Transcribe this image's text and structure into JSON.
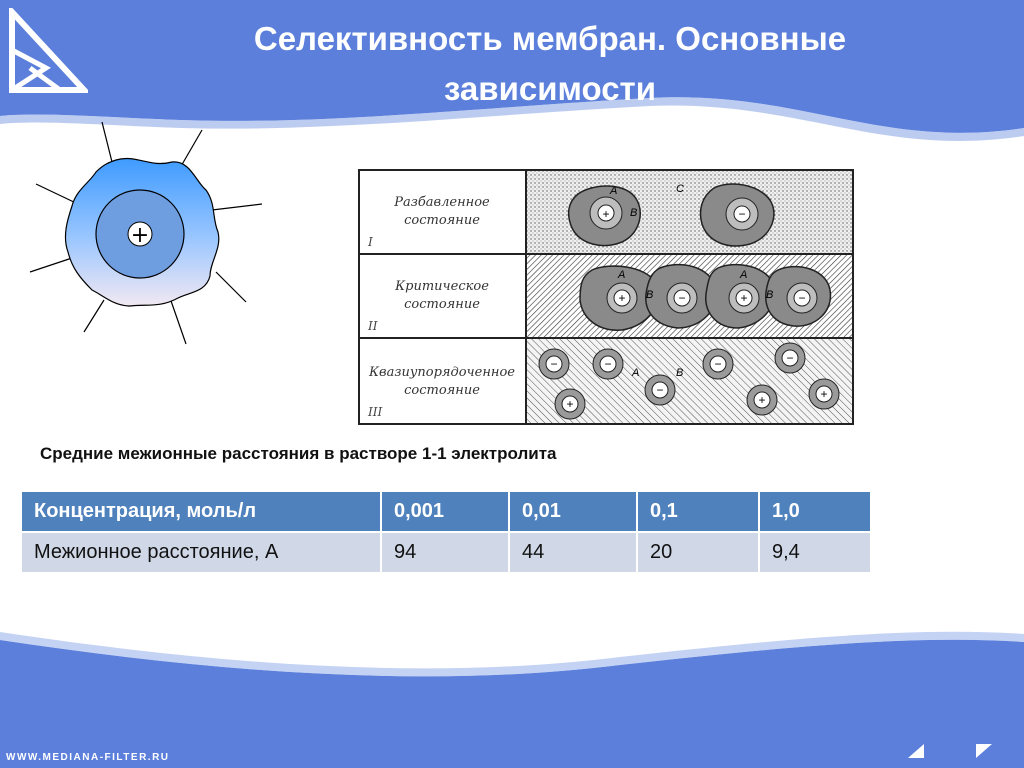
{
  "slide": {
    "title_line1": "Селективность мембран. Основные",
    "title_line2": "зависимости",
    "caption": "Средние межионные расстояния в растворе 1-1 электролита",
    "footer_url": "WWW.MEDIANA-FILTER.RU",
    "colors": {
      "background_band": "#5b7fdb",
      "table_header": "#4f81bd",
      "table_row": "#d0d8e8"
    }
  },
  "atom_figure": {
    "center_ion": "+",
    "icon": "solvated-cation-icon"
  },
  "states_figure": {
    "rows": [
      {
        "label_line1": "Разбавленное",
        "label_line2": "состояние",
        "numeral": "I"
      },
      {
        "label_line1": "Критическое",
        "label_line2": "состояние",
        "numeral": "II"
      },
      {
        "label_line1": "Квазиупорядоченное",
        "label_line2": "состояние",
        "numeral": "III"
      }
    ],
    "annotations": {
      "a": "A",
      "b": "B",
      "c": "C"
    }
  },
  "table": {
    "header": [
      "Концентрация, моль/л",
      "0,001",
      "0,01",
      "0,1",
      "1,0"
    ],
    "row": [
      "Межионное расстояние, А",
      "94",
      "44",
      "20",
      "9,4"
    ]
  }
}
